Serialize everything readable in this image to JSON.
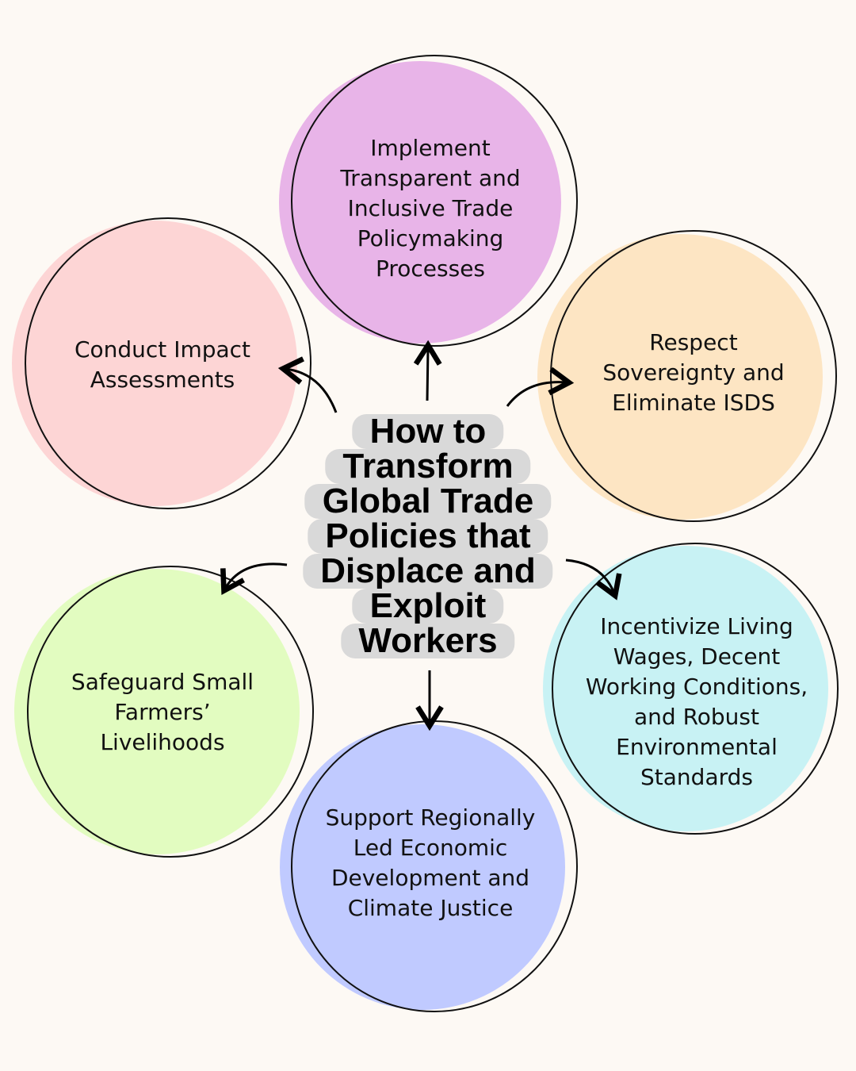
{
  "title_lines": [
    "How to",
    "Transform",
    "Global Trade",
    "Policies that",
    "Displace and",
    "Exploit",
    "Workers"
  ],
  "nodes": {
    "top": "Implement Transparent and Inclusive Trade Policymaking Processes",
    "left": "Conduct Impact Assessments",
    "right": "Respect Sovereignty and Eliminate ISDS",
    "right_bottom": "Incentivize Living Wages, Decent Working Conditions, and Robust Environmental Standards",
    "left_bottom": "Safeguard Small Farmers’ Livelihoods",
    "bottom": "Support Regionally Led Economic Development and Climate Justice"
  },
  "colors": {
    "background": "#fdf9f4",
    "top": "#e8b4e8",
    "left": "#fdd5d5",
    "right": "#fde5c3",
    "right_bottom": "#c8f2f4",
    "left_bottom": "#e2fcc0",
    "bottom": "#c0caff",
    "center": "#d9d9d9"
  }
}
